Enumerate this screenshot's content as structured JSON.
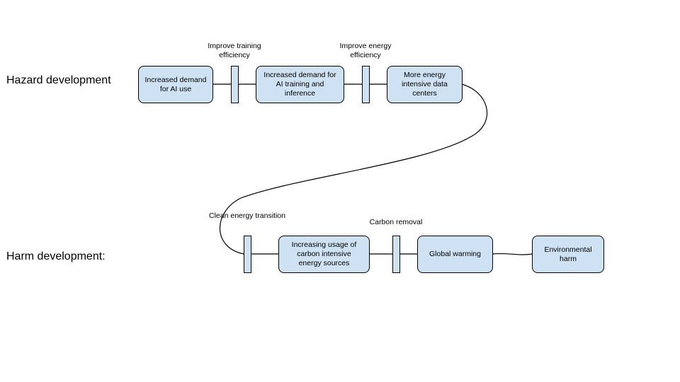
{
  "rows": {
    "hazard_label": "Hazard development",
    "harm_label": "Harm development:"
  },
  "hazard_nodes": [
    "Increased demand for AI use",
    "Increased demand for AI training and inference",
    "More energy intensive data centers"
  ],
  "hazard_barriers": [
    "Improve training efficiency",
    "Improve energy efficiency"
  ],
  "harm_barriers": [
    "Clean energy transition",
    "Carbon removal"
  ],
  "harm_nodes": [
    "Increasing usage of carbon intensive energy sources",
    "Global warming",
    "Environmental harm"
  ],
  "colors": {
    "box_fill": "#cfe2f3",
    "stroke": "#000000"
  }
}
